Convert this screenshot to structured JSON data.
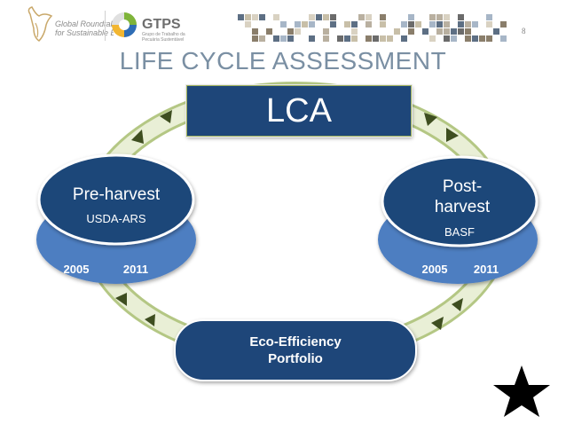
{
  "page_number": "8",
  "title": "LIFE CYCLE ASSESSMENT",
  "logos": {
    "roundtable": {
      "line1": "Global Roundtable",
      "line2": "for Sustainable Beef"
    },
    "gtps": {
      "name": "GTPS",
      "line1": "Grupo de Trabalho da",
      "line2": "Pecuária Sustentável"
    }
  },
  "lca": {
    "label": "LCA"
  },
  "pre_harvest": {
    "title": "Pre-harvest",
    "subtitle": "USDA-ARS",
    "year_start": "2005",
    "year_end": "2011"
  },
  "post_harvest": {
    "title_line1": "Post-",
    "title_line2": "harvest",
    "subtitle": "BASF",
    "year_start": "2005",
    "year_end": "2011"
  },
  "eco_efficiency": {
    "line1": "Eco-Efficiency",
    "line2": "Portfolio"
  },
  "colors": {
    "navy": "#1e4679",
    "steel_blue": "#4d7ec1",
    "cycle_green_light": "#e9efd6",
    "cycle_green_dark": "#b4c784",
    "arrow_dark": "#3e4e20",
    "title_gray": "#7a8fa3"
  }
}
